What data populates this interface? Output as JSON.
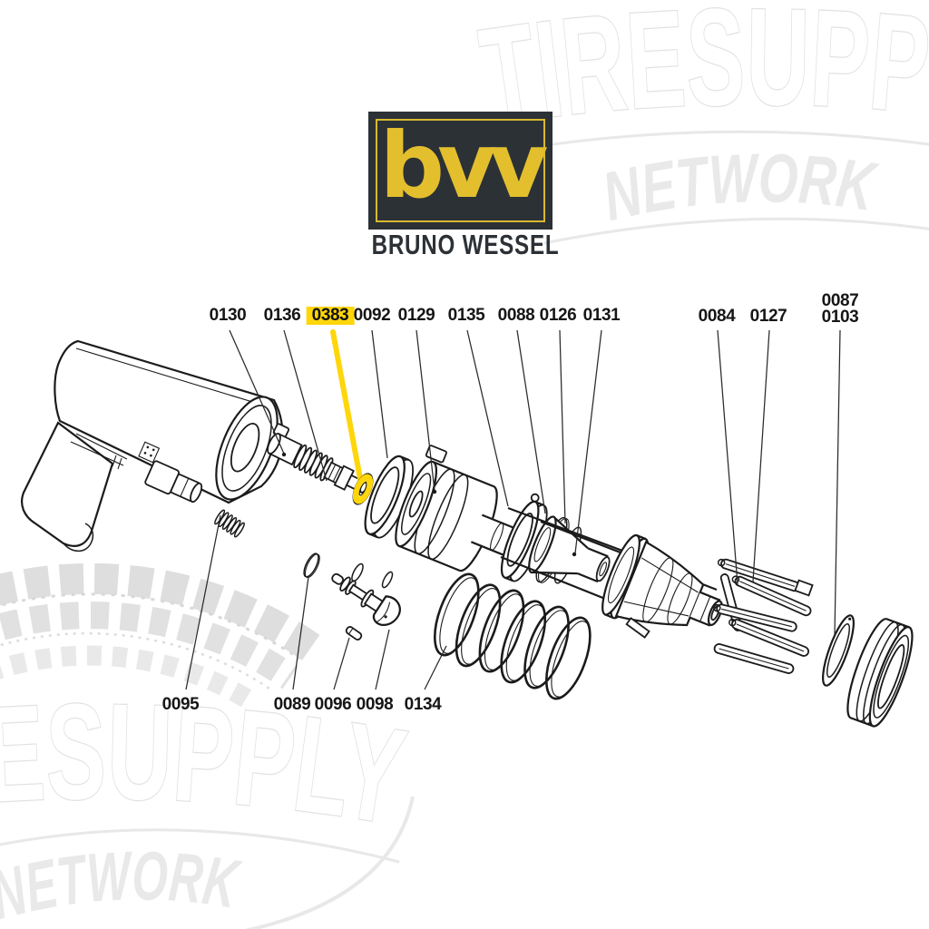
{
  "watermark": {
    "title": "TIRESUPPLY",
    "subtitle": "NETWORK"
  },
  "brand": {
    "logo_text": "bvv",
    "name": "BRUNO WESSEL"
  },
  "diagram": {
    "highlighted_part": "0383",
    "colors": {
      "highlight": "#FFD60A",
      "line": "#1b1b1b",
      "logo_bg": "#2c3136",
      "logo_yellow": "#e3bf2e",
      "watermark_outline": "#e2e2e2",
      "watermark_gray": "#e9e9e9"
    },
    "labels": [
      {
        "text": "0130"
      },
      {
        "text": "0136"
      },
      {
        "text": "0383"
      },
      {
        "text": "0092"
      },
      {
        "text": "0129"
      },
      {
        "text": "0135"
      },
      {
        "text": "0088"
      },
      {
        "text": "0126"
      },
      {
        "text": "0131"
      },
      {
        "text": "0084"
      },
      {
        "text": "0127"
      },
      {
        "text": "0087"
      },
      {
        "text": "0103"
      },
      {
        "text": "0095"
      },
      {
        "text": "0089"
      },
      {
        "text": "0096"
      },
      {
        "text": "0098"
      },
      {
        "text": "0134"
      }
    ]
  }
}
